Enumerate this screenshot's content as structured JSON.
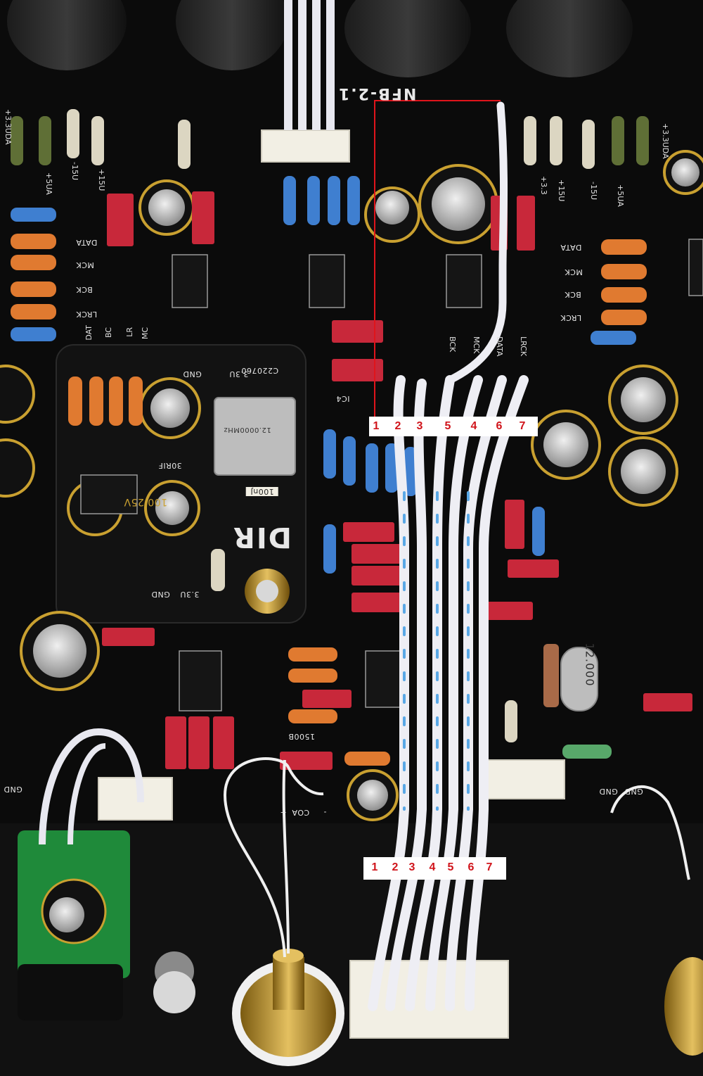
{
  "board": {
    "title": "NFB-2.1",
    "dir_module_label": "DIR",
    "dir_module_code": "C220760",
    "oscillator_freq": "12.0000MHz",
    "crystal_label": "12.000",
    "inductor_label": "1500B",
    "resistor_label": "30RIF",
    "cap_label_100n": "100nJ",
    "cap_label_electrolytic": "100 25V"
  },
  "silkscreen": {
    "left_rails": [
      "+3.3UDA",
      "+5UA",
      "-15U",
      "+15U"
    ],
    "right_rails": [
      "+3.3",
      "+15U",
      "-15U",
      "+5UA",
      "+3.3UDA"
    ],
    "left_signals": [
      "DATA",
      "MCK",
      "BCK",
      "LRCK"
    ],
    "right_signals": [
      "DATA",
      "MCK",
      "BCK",
      "LRCK"
    ],
    "top_header_signals": [
      "BCK",
      "MCK",
      "DATA",
      "LRCK"
    ],
    "dir_pins": [
      "DAT",
      "BC",
      "LR",
      "MC"
    ],
    "dir_power_top": [
      "3.3U",
      "GND"
    ],
    "dir_power_bottom": [
      "3.3U",
      "GND"
    ],
    "coax": [
      "-",
      "COA",
      "+"
    ],
    "gnd_labels": [
      "GND",
      "GND",
      "GND"
    ],
    "ic_label": "IC4"
  },
  "annotations": {
    "top_numbers": [
      "1",
      "2",
      "3",
      "5",
      "4",
      "6",
      "7"
    ],
    "bottom_numbers": [
      "1",
      "2",
      "3",
      "4",
      "5",
      "6",
      "7"
    ],
    "highlight_color": "#e0141b",
    "strip_color": "#ffffff"
  },
  "colors": {
    "pcb": "#0b0b0b",
    "silkscreen": "#e8e8e8",
    "film_cap": "#c8283a",
    "ribbon": "#eeeef4",
    "ribbon_stripe": "#5aa8e6",
    "brass": "#c9a030",
    "pcb_green": "#1f8a3a"
  }
}
